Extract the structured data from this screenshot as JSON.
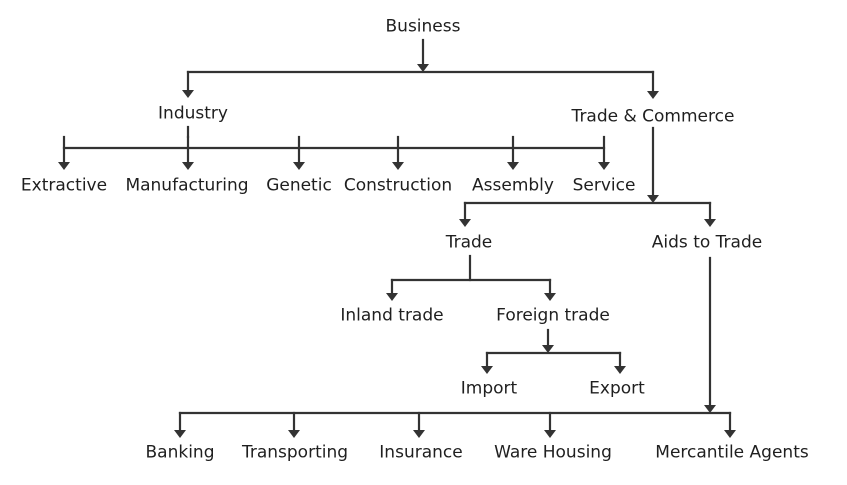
{
  "diagram": {
    "root": "Business",
    "level1": {
      "industry": "Industry",
      "trade_commerce": "Trade & Commerce"
    },
    "industry_types": [
      "Extractive",
      "Manufacturing",
      "Genetic",
      "Construction",
      "Assembly",
      "Service"
    ],
    "trade_commerce_branches": {
      "trade": "Trade",
      "aids_to_trade": "Aids to Trade"
    },
    "trade_types": {
      "inland": "Inland trade",
      "foreign": "Foreign trade"
    },
    "foreign_trade_types": {
      "import": "Import",
      "export": "Export"
    },
    "aids_to_trade_types": [
      "Banking",
      "Transporting",
      "Insurance",
      "Ware Housing",
      "Mercantile Agents"
    ]
  },
  "colors": {
    "line": "#333333",
    "text": "#1f1f1f"
  }
}
